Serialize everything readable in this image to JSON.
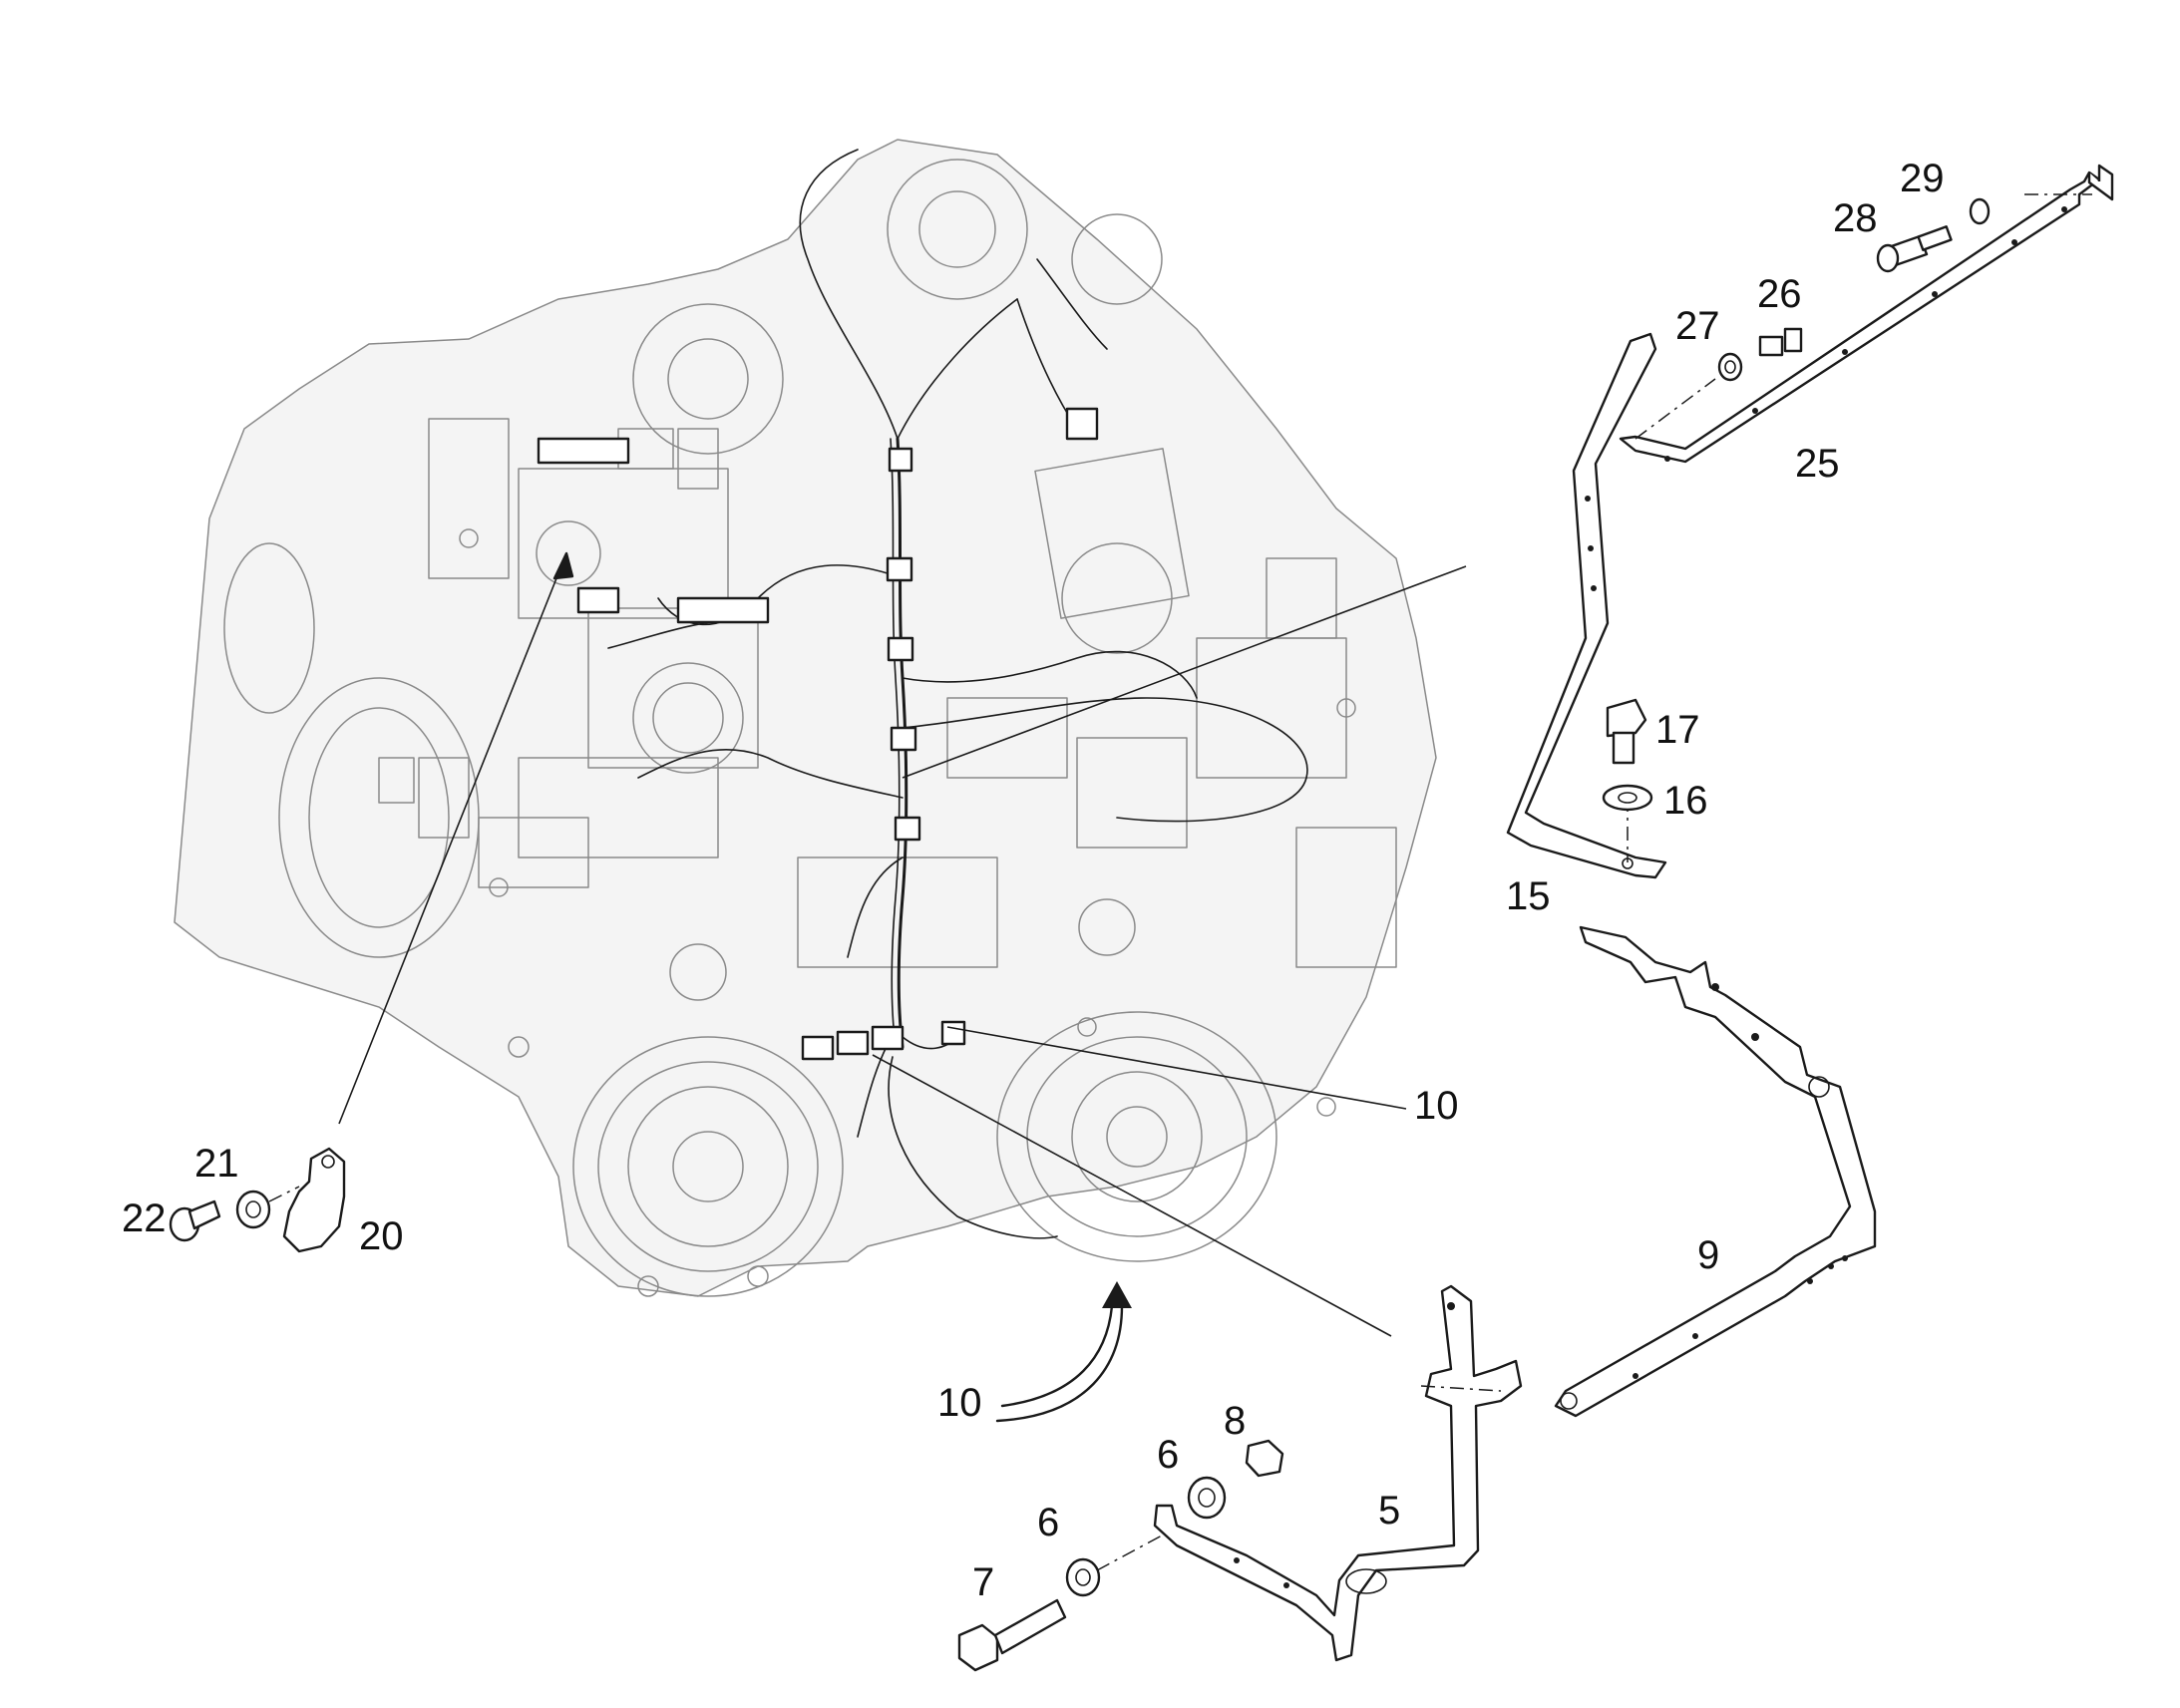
{
  "callouts": {
    "n29": "29",
    "n28": "28",
    "n27": "27",
    "n26": "26",
    "n25": "25",
    "n17": "17",
    "n16": "16",
    "n15": "15",
    "n10_right": "10",
    "n10_bottom": "10",
    "n9": "9",
    "n8": "8",
    "n6_upper": "6",
    "n6_lower": "6",
    "n7": "7",
    "n5": "5",
    "n21": "21",
    "n22": "22",
    "n20": "20"
  }
}
